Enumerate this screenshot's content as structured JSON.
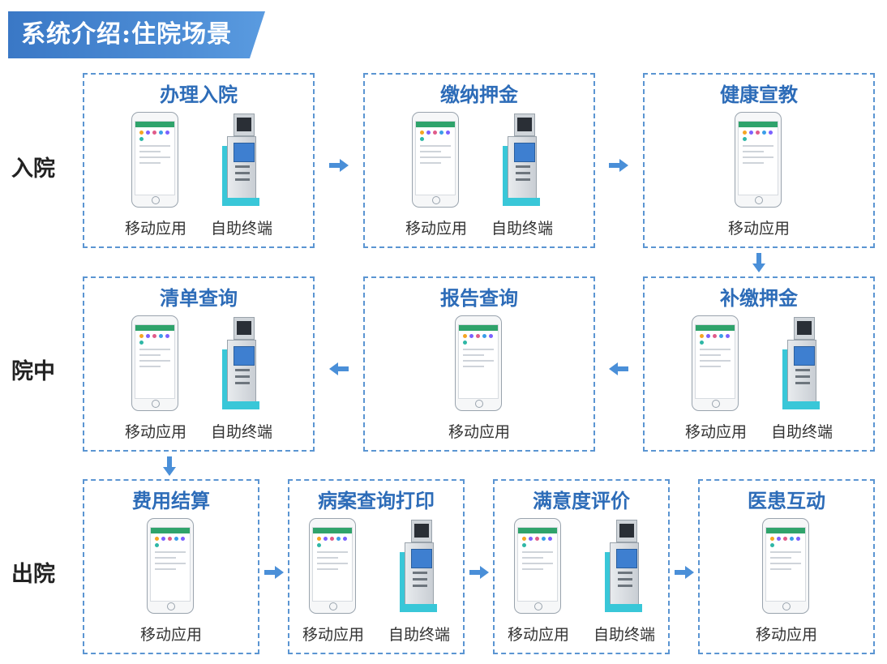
{
  "title": "系统介绍:住院场景",
  "row_labels": {
    "r1": "入院",
    "r2": "院中",
    "r3": "出院"
  },
  "captions": {
    "mobile": "移动应用",
    "kiosk": "自助终端"
  },
  "steps": {
    "s1": {
      "title": "办理入院",
      "devices": [
        "mobile",
        "kiosk"
      ]
    },
    "s2": {
      "title": "缴纳押金",
      "devices": [
        "mobile",
        "kiosk"
      ]
    },
    "s3": {
      "title": "健康宣教",
      "devices": [
        "mobile"
      ]
    },
    "s4": {
      "title": "补缴押金",
      "devices": [
        "mobile",
        "kiosk"
      ]
    },
    "s5": {
      "title": "报告查询",
      "devices": [
        "mobile"
      ]
    },
    "s6": {
      "title": "清单查询",
      "devices": [
        "mobile",
        "kiosk"
      ]
    },
    "s7": {
      "title": "费用结算",
      "devices": [
        "mobile"
      ]
    },
    "s8": {
      "title": "病案查询打印",
      "devices": [
        "mobile",
        "kiosk"
      ]
    },
    "s9": {
      "title": "满意度评价",
      "devices": [
        "mobile",
        "kiosk"
      ]
    },
    "s10": {
      "title": "医患互动",
      "devices": [
        "mobile"
      ]
    }
  },
  "icons": {
    "flow_arrow": "arrow-icon",
    "mobile": "smartphone-icon",
    "kiosk": "self-service-kiosk-icon"
  },
  "colors": {
    "banner": "#3a78c6",
    "step_title": "#2d6cb8",
    "border": "#5b95d2",
    "arrow": "#4a8fd8",
    "kiosk_accent": "#39c7d8",
    "app_bar": "#2fa36b"
  }
}
